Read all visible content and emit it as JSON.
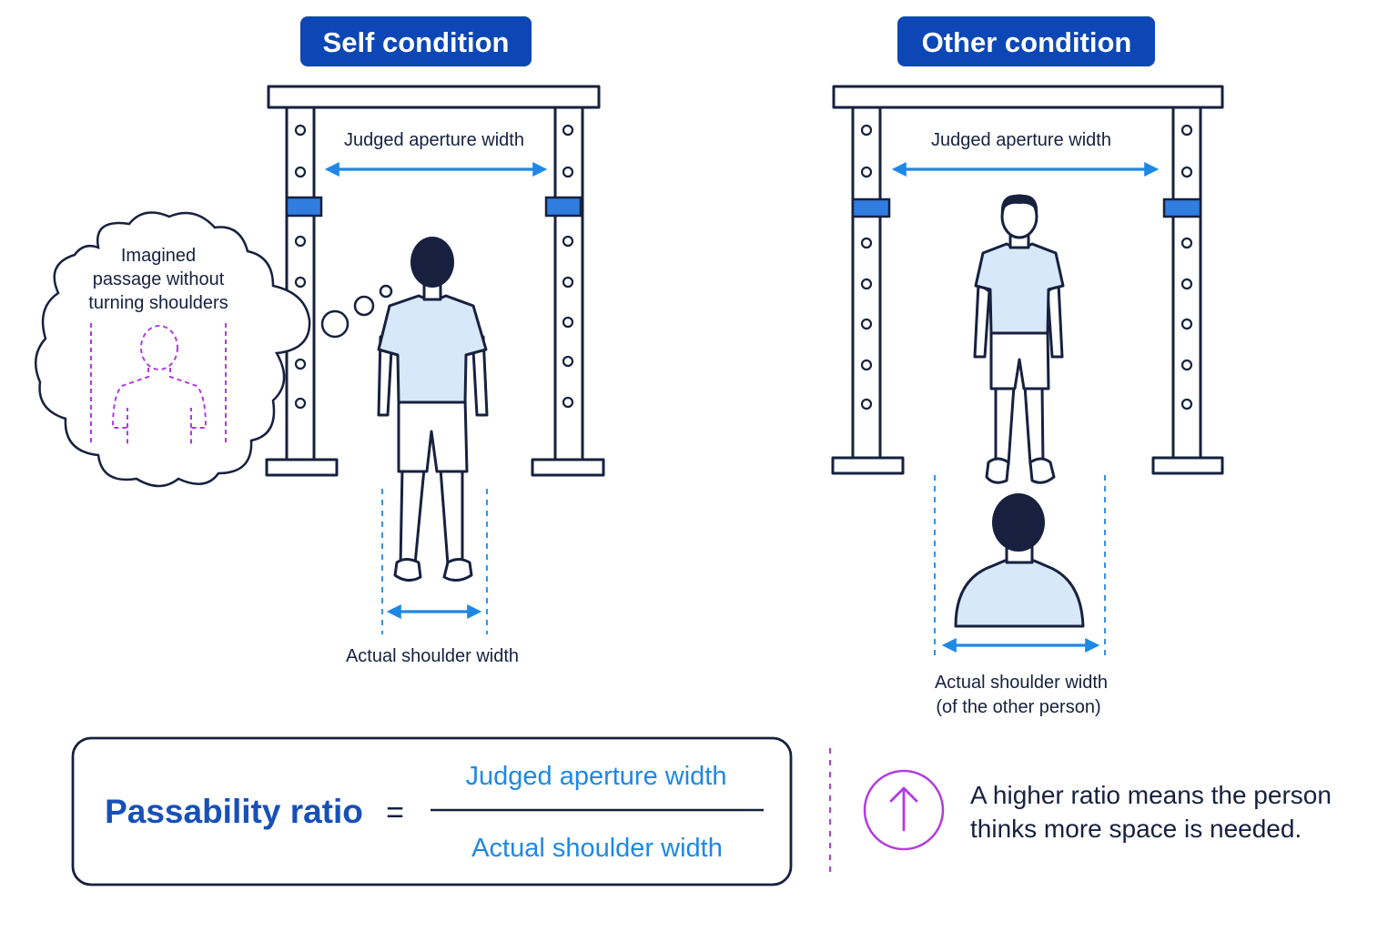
{
  "self_panel": {
    "heading": "Self condition",
    "aperture_label": "Judged aperture width",
    "shoulder_label": "Actual shoulder width",
    "thought_lines": [
      "Imagined",
      "passage without",
      "turning shoulders"
    ]
  },
  "other_panel": {
    "heading": "Other condition",
    "aperture_label": "Judged aperture width",
    "shoulder_label_lines": [
      "Actual shoulder width",
      "(of the other person)"
    ]
  },
  "formula": {
    "lhs": "Passability ratio",
    "equals": "=",
    "numerator": "Judged aperture width",
    "denominator": "Actual shoulder width"
  },
  "note": {
    "icon": "up-arrow-circle-icon",
    "lines": [
      "A higher ratio means the person",
      "thinks more space is needed."
    ]
  },
  "colors": {
    "heading_bg": "#0d47b5",
    "dimension_blue": "#1e88e5",
    "formula_blue": "#1750b8",
    "accent_purple": "#b13be0",
    "shirt_fill": "#d7e8fb",
    "ink": "#17213f"
  }
}
